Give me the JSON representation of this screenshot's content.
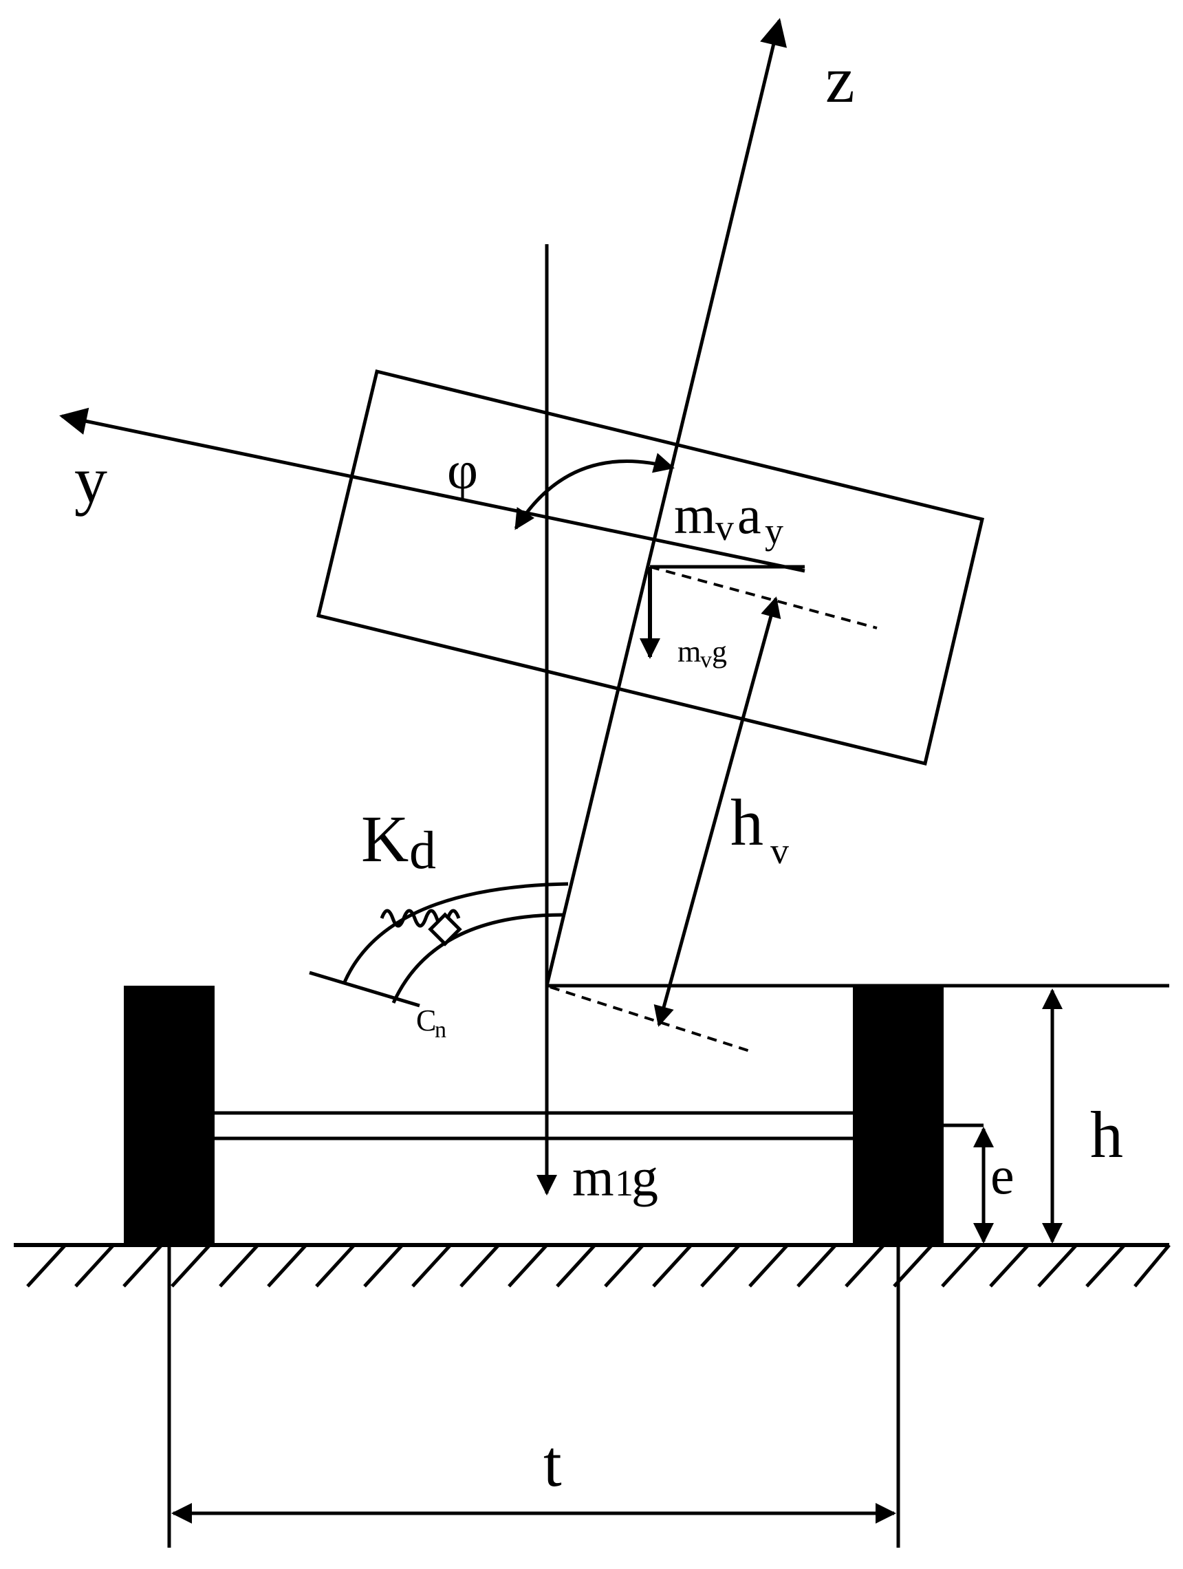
{
  "labels": {
    "z": "z",
    "y": "y",
    "phi": "φ",
    "mv_ay_main": "m",
    "mv_ay_sub_v": "v",
    "mv_ay_a": "a",
    "mv_ay_sub_y": "y",
    "mv_g": "m",
    "mv_g_sub": "v",
    "mv_g_g": "g",
    "hv": "h",
    "hv_sub": "v",
    "Kd": "K",
    "Kd_sub": "d",
    "Cn": "C",
    "Cn_sub": "n",
    "m1g_m": "m",
    "m1g_sub": "1",
    "m1g_g": "g",
    "h": "h",
    "e": "e",
    "t": "t"
  },
  "colors": {
    "ink": "#000000",
    "background": "#ffffff"
  }
}
